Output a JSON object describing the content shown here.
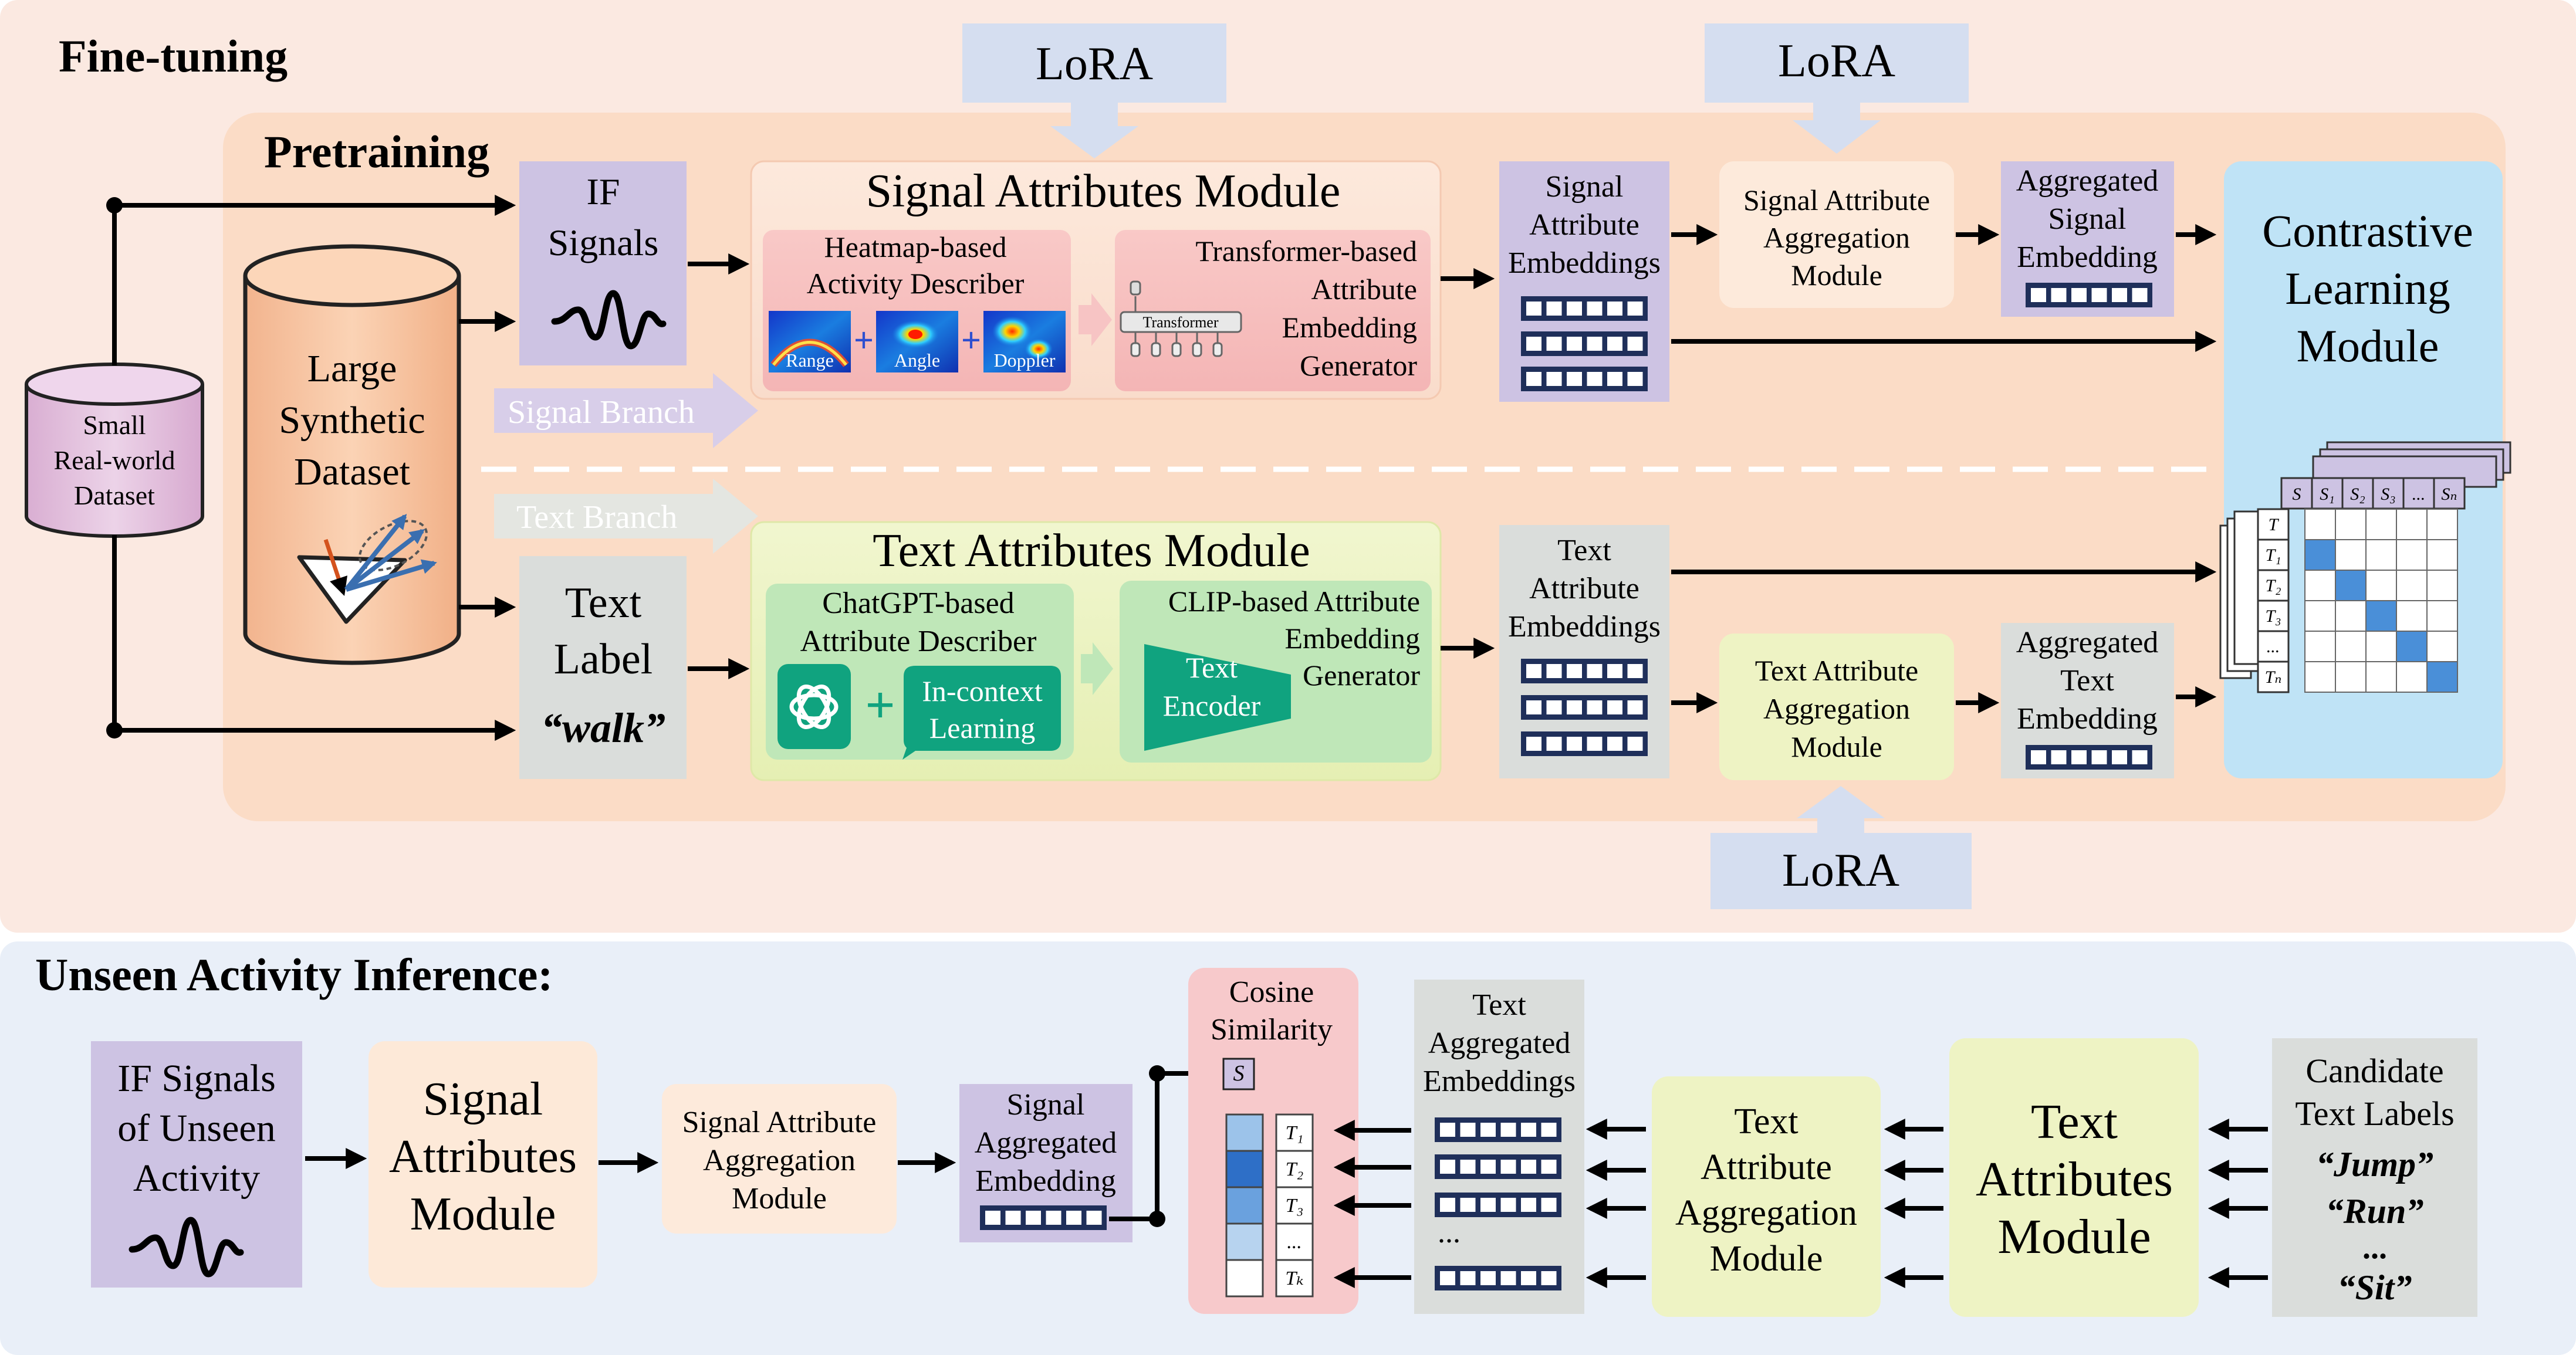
{
  "sections": {
    "finetuning": "Fine-tuning",
    "pretraining": "Pretraining",
    "inference": "Unseen Activity Inference:"
  },
  "lora": "LoRA",
  "datasets": {
    "small": [
      "Small",
      "Real-world",
      "Dataset"
    ],
    "large": [
      "Large",
      "Synthetic",
      "Dataset"
    ]
  },
  "inputs": {
    "if_signals": [
      "IF",
      "Signals"
    ],
    "text_label": [
      "Text",
      "Label"
    ],
    "walk": "“walk”"
  },
  "branches": {
    "signal": "Signal Branch",
    "text": "Text  Branch"
  },
  "signal_module": {
    "title": "Signal Attributes Module",
    "heatmap": [
      "Heatmap-based",
      "Activity Describer"
    ],
    "heatmap_labels": [
      "Range",
      "Angle",
      "Doppler"
    ],
    "plus": "+",
    "transformer": [
      "Transformer-based",
      "Attribute",
      "Embedding",
      "Generator"
    ],
    "transformer_block": "Transformer"
  },
  "text_module": {
    "title": "Text Attributes Module",
    "chatgpt": [
      "ChatGPT-based",
      "Attribute Describer"
    ],
    "incontext": [
      "In-context",
      "Learning"
    ],
    "clip": [
      "CLIP-based Attribute",
      "Embedding",
      "Generator"
    ],
    "encoder": [
      "Text",
      "Encoder"
    ],
    "plus": "+"
  },
  "embeddings": {
    "signal_attr": [
      "Signal",
      "Attribute",
      "Embeddings"
    ],
    "text_attr": [
      "Text",
      "Attribute",
      "Embeddings"
    ],
    "signal_agg_module": [
      "Signal Attribute",
      "Aggregation",
      "Module"
    ],
    "text_agg_module": [
      "Text Attribute",
      "Aggregation",
      "Module"
    ],
    "agg_signal": [
      "Aggregated",
      "Signal",
      "Embedding"
    ],
    "agg_text": [
      "Aggregated",
      "Text",
      "Embedding"
    ]
  },
  "contrastive": {
    "title": [
      "Contrastive",
      "Learning",
      "Module"
    ],
    "s_labels": [
      "S",
      "S₁",
      "S₂",
      "S₃",
      "...",
      "Sₙ"
    ],
    "t_labels": [
      "T",
      "T₁",
      "T₂",
      "T₃",
      "...",
      "Tₙ"
    ]
  },
  "inference": {
    "if_unseen": [
      "IF Signals",
      "of Unseen",
      "Activity"
    ],
    "signal_attr_module": [
      "Signal",
      "Attributes",
      "Module"
    ],
    "signal_agg_module": [
      "Signal Attribute",
      "Aggregation",
      "Module"
    ],
    "signal_agg_emb": [
      "Signal",
      "Aggregated",
      "Embedding"
    ],
    "cosine": [
      "Cosine",
      "Similarity"
    ],
    "s_label": "S",
    "t_labels": [
      "T₁",
      "T₂",
      "T₃",
      "...",
      "Tₖ"
    ],
    "text_agg_emb": [
      "Text",
      "Aggregated",
      "Embeddings"
    ],
    "ellipsis": "...",
    "text_agg_module": [
      "Text",
      "Attribute",
      "Aggregation",
      "Module"
    ],
    "text_attr_module": [
      "Text",
      "Attributes",
      "Module"
    ],
    "candidates_title": [
      "Candidate",
      "Text Labels"
    ],
    "candidates": [
      "“Jump”",
      "“Run”",
      "...",
      "“Sit”"
    ]
  },
  "colors": {
    "finetune_bg": "#fbe9e1",
    "pretrain_bg": "#fbdcc6",
    "inference_bg": "#e9eff8",
    "purple": "#cdc3e3",
    "gray": "#dadddb",
    "signal_module": "#fbe3d6",
    "text_module": "#eef3c4",
    "agg_module": "#fdeadb",
    "contrastive": "#bfe3f6",
    "lora": "#d5def0",
    "cylinder_large": "#f8c9a6",
    "cylinder_small": "#e5c7e1"
  }
}
